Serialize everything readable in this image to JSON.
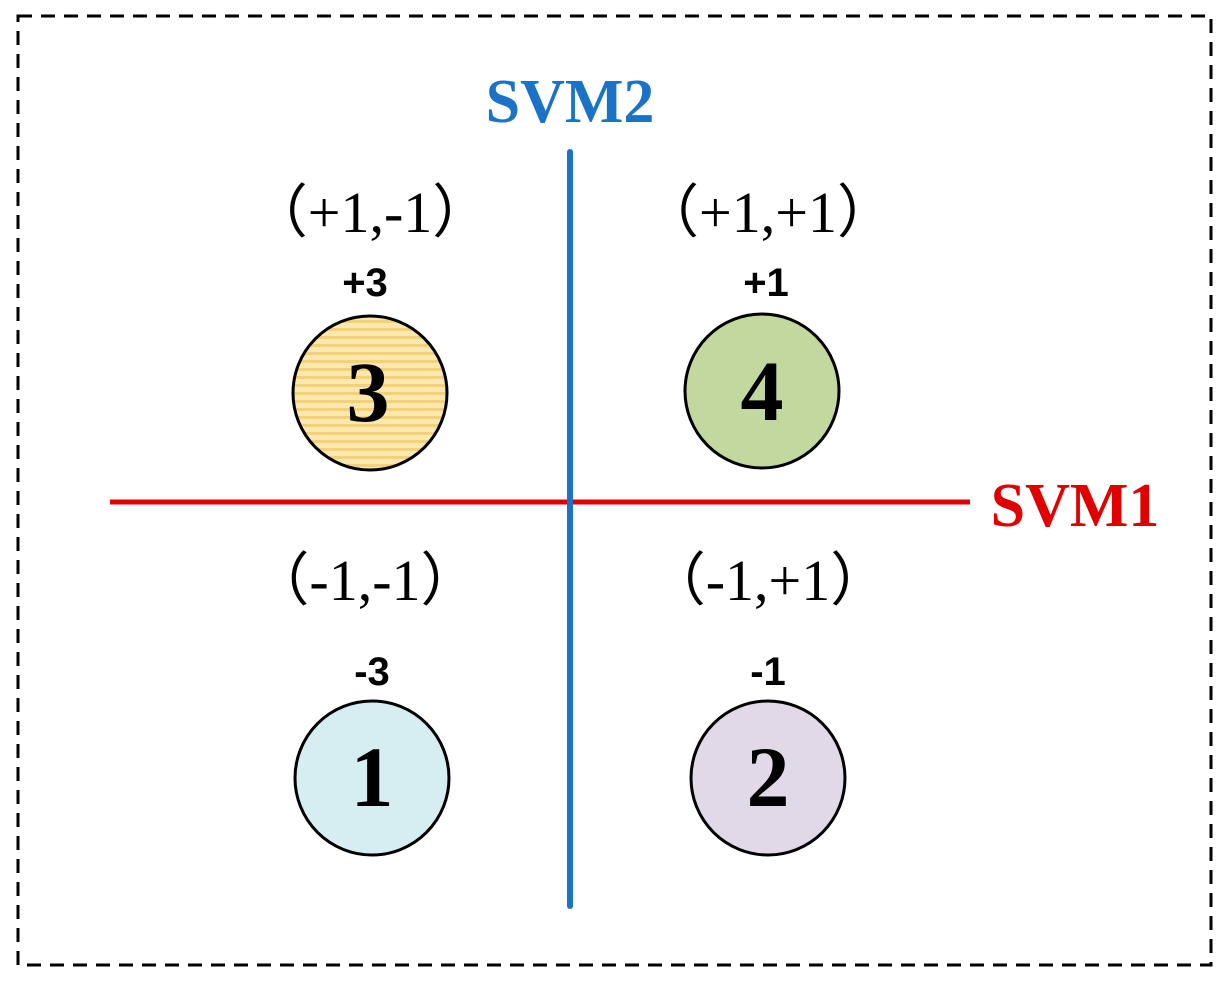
{
  "diagram": {
    "svm1": {
      "label": "SVM1",
      "color": "#e00000"
    },
    "svm2": {
      "label": "SVM2",
      "color": "#1a73c7"
    },
    "regions": {
      "top_left": {
        "coords": "（+1,-1）",
        "score": "+3",
        "class": "3",
        "fill": "#fbe7b0",
        "stripe": "#f2d17a"
      },
      "top_right": {
        "coords": "（+1,+1）",
        "score": "+1",
        "class": "4",
        "fill": "#c2d89e"
      },
      "bottom_left": {
        "coords": "（-1,-1）",
        "score": "-3",
        "class": "1",
        "fill": "#d6eef2"
      },
      "bottom_right": {
        "coords": "（-1,+1）",
        "score": "-1",
        "class": "2",
        "fill": "#e1d8e8"
      }
    }
  }
}
